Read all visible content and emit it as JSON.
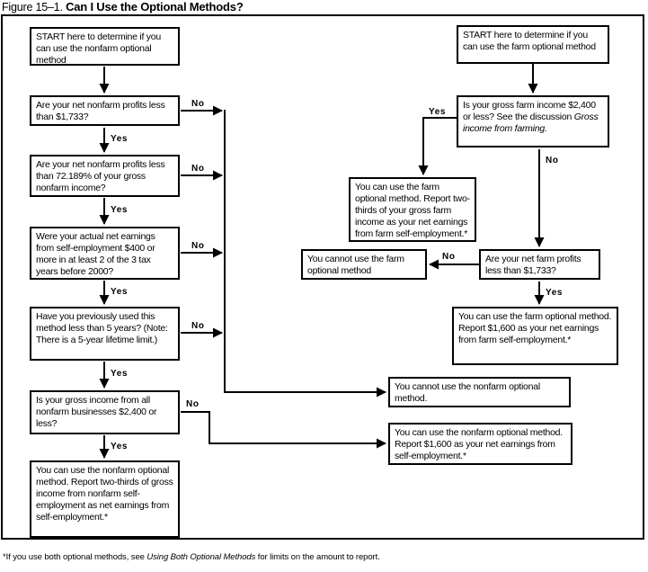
{
  "title": {
    "prefix": "Figure 15–1.",
    "main": "Can I Use the Optional Methods?"
  },
  "labels": {
    "yes": "Yes",
    "no": "No"
  },
  "nonfarm": {
    "start": "START here to determine if you can use the nonfarm optional method",
    "q_net_profits": "Are your net nonfarm profits less than $1,733?",
    "q_percent": "Are your net nonfarm profits less than 72.189% of your gross nonfarm income?",
    "q_actual_net": "Were your actual net earnings from self-employment $400 or more in at least 2 of the 3 tax years before 2000?",
    "q_prior_use": "Have you previously used this method less than 5 years? (Note: There is a 5-year lifetime limit.)",
    "q_gross_income": "Is your gross income from all nonfarm businesses $2,400 or less?",
    "result_two_thirds": "You can use the nonfarm optional method. Report two-thirds of gross income from nonfarm self-employment as net earnings from self-employment.*",
    "cannot": "You cannot use the nonfarm optional method.",
    "result_1600": "You can use the nonfarm optional method. Report $1,600 as your net earnings from self-employment.*"
  },
  "farm": {
    "start": "START here to determine if you can use the farm optional method",
    "q_gross_income_text": "Is your gross farm income $2,400 or less? See the discussion ",
    "q_gross_income_italic": "Gross income from farming.",
    "result_two_thirds": "You can use the farm optional method. Report two-thirds of your gross farm income as your net earnings from farm self-employment.*",
    "q_net_profits": "Are your net farm profits less than $1,733?",
    "cannot": "You cannot use the farm optional method",
    "result_1600": "You can use the farm optional method. Report $1,600 as your net earnings from farm self-employment.*"
  },
  "footnote": {
    "prefix": "*If you use both optional methods, see ",
    "italic": "Using Both Optional Methods",
    "suffix": " for limits on the amount to report."
  }
}
